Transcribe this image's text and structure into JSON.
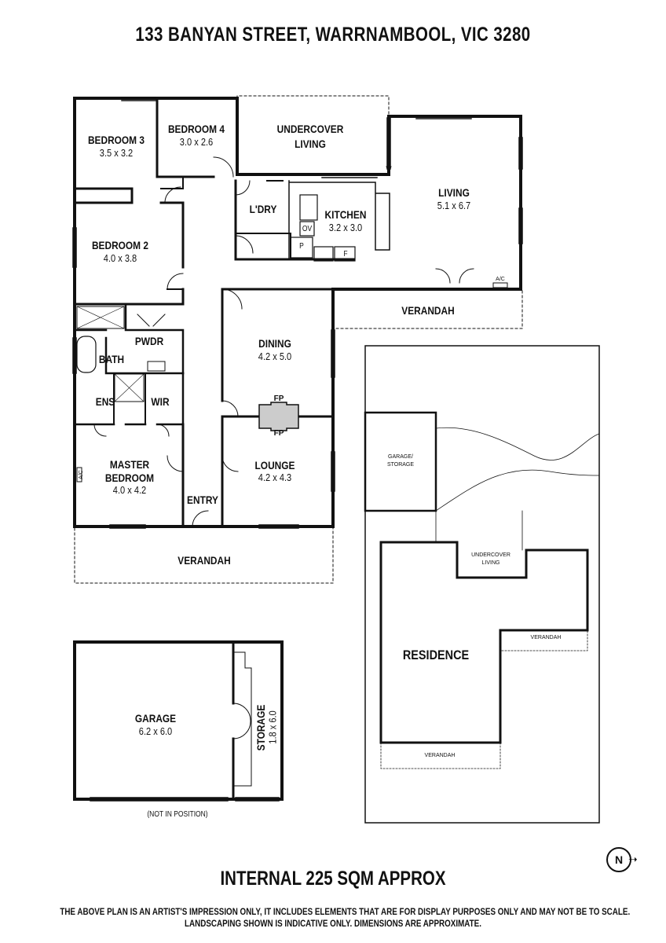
{
  "title": "133 BANYAN STREET, WARRNAMBOOL, VIC 3280",
  "rooms": {
    "bedroom3": {
      "name": "BEDROOM 3",
      "dims": "3.5 x 3.2"
    },
    "bedroom4": {
      "name": "BEDROOM 4",
      "dims": "3.0 x 2.6"
    },
    "undercover_living": {
      "name_line1": "UNDERCOVER",
      "name_line2": "LIVING"
    },
    "living": {
      "name": "LIVING",
      "dims": "5.1 x 6.7"
    },
    "laundry": {
      "name": "L'DRY"
    },
    "kitchen": {
      "name": "KITCHEN",
      "dims": "3.2 x 3.0"
    },
    "bedroom2": {
      "name": "BEDROOM 2",
      "dims": "4.0 x 3.8"
    },
    "powder": {
      "name": "PWDR"
    },
    "bath": {
      "name": "BATH"
    },
    "dining": {
      "name": "DINING",
      "dims": "4.2 x 5.0"
    },
    "ensuite": {
      "name": "ENS"
    },
    "wir": {
      "name": "WIR"
    },
    "master": {
      "name_line1": "MASTER",
      "name_line2": "BEDROOM",
      "dims": "4.0 x 4.2"
    },
    "lounge": {
      "name": "LOUNGE",
      "dims": "4.2 x 4.3"
    },
    "entry": {
      "name": "ENTRY"
    },
    "verandah_front": {
      "name": "VERANDAH"
    },
    "verandah_side": {
      "name": "VERANDAH"
    },
    "garage": {
      "name": "GARAGE",
      "dims": "6.2 x 6.0"
    },
    "storage": {
      "name": "STORAGE",
      "dims": "1.8 x 6.0"
    }
  },
  "fixtures": {
    "oven": "OV",
    "pantry": "P",
    "fridge": "F",
    "fp_top": "FP",
    "fp_bottom": "FP",
    "ac_master": "A/C",
    "ac_living": "A/C"
  },
  "garage_note": "(NOT IN POSITION)",
  "site_plan": {
    "garage_storage_line1": "GARAGE/",
    "garage_storage_line2": "STORAGE",
    "undercover_line1": "UNDERCOVER",
    "undercover_line2": "LIVING",
    "residence": "RESIDENCE",
    "verandah_right": "VERANDAH",
    "verandah_bottom": "VERANDAH"
  },
  "compass_label": "N",
  "area_text": "INTERNAL 225 SQM APPROX",
  "disclaimer_line1": "THE ABOVE PLAN IS AN ARTIST'S IMPRESSION ONLY, IT INCLUDES ELEMENTS THAT ARE FOR DISPLAY PURPOSES ONLY AND MAY NOT BE TO SCALE.",
  "disclaimer_line2": "LANDSCAPING SHOWN IS INDICATIVE ONLY. DIMENSIONS ARE APPROXIMATE."
}
